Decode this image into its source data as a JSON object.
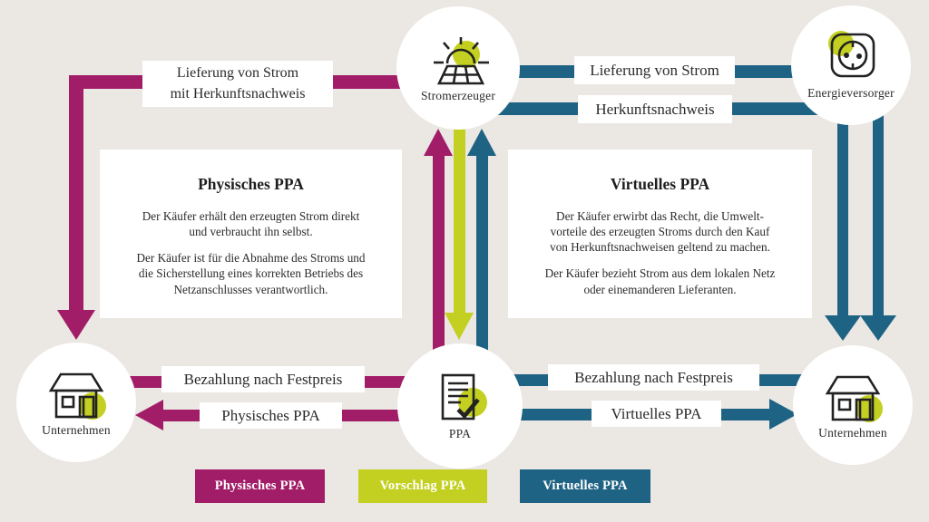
{
  "colors": {
    "background": "#EBE7E3",
    "magenta": "#A21D68",
    "teal": "#1F6384",
    "lime": "#C3D021",
    "box_background": "#FFFFFF",
    "text": "#2B2B2B"
  },
  "nodes": {
    "stromerzeuger": {
      "label": "Stromerzeuger",
      "icon": "solar-panel-sun-icon"
    },
    "energieversorger": {
      "label": "Energieversorger",
      "icon": "power-socket-icon"
    },
    "unternehmen_left": {
      "label": "Unternehmen",
      "icon": "house-icon"
    },
    "ppa": {
      "label": "PPA",
      "icon": "contract-document-icon"
    },
    "unternehmen_right": {
      "label": "Unternehmen",
      "icon": "house-icon"
    }
  },
  "edge_labels": {
    "left_supply": "Lieferung von Strom\nmit Herkunftsnachweis",
    "top_supply": "Lieferung von Strom",
    "top_certificate": "Herkunftsnachweis",
    "left_payment": "Bezahlung nach Festpreis",
    "left_contract": "Physisches PPA",
    "right_payment": "Bezahlung nach Festpreis",
    "right_contract": "Virtuelles PPA"
  },
  "info_boxes": {
    "physical": {
      "title": "Physisches PPA",
      "paragraph1": "Der Käufer erhält den erzeugten Strom direkt\nund verbraucht ihn selbst.",
      "paragraph2": "Der Käufer ist für die Abnahme des Stroms und\ndie Sicherstellung eines korrekten Betriebs des\nNetzanschlusses verantwortlich."
    },
    "virtual": {
      "title": "Virtuelles PPA",
      "paragraph1": "Der Käufer erwirbt das Recht, die Umwelt-\nvorteile des erzeugten Stroms durch den Kauf\nvon Herkunftsnachweisen geltend zu machen.",
      "paragraph2": "Der Käufer bezieht Strom aus dem lokalen Netz\noder einemanderen Lieferanten."
    }
  },
  "legend": [
    {
      "label": "Physisches PPA",
      "color": "#A21D68"
    },
    {
      "label": "Vorschlag PPA",
      "color": "#C3D021"
    },
    {
      "label": "Virtuelles PPA",
      "color": "#1F6384"
    }
  ]
}
